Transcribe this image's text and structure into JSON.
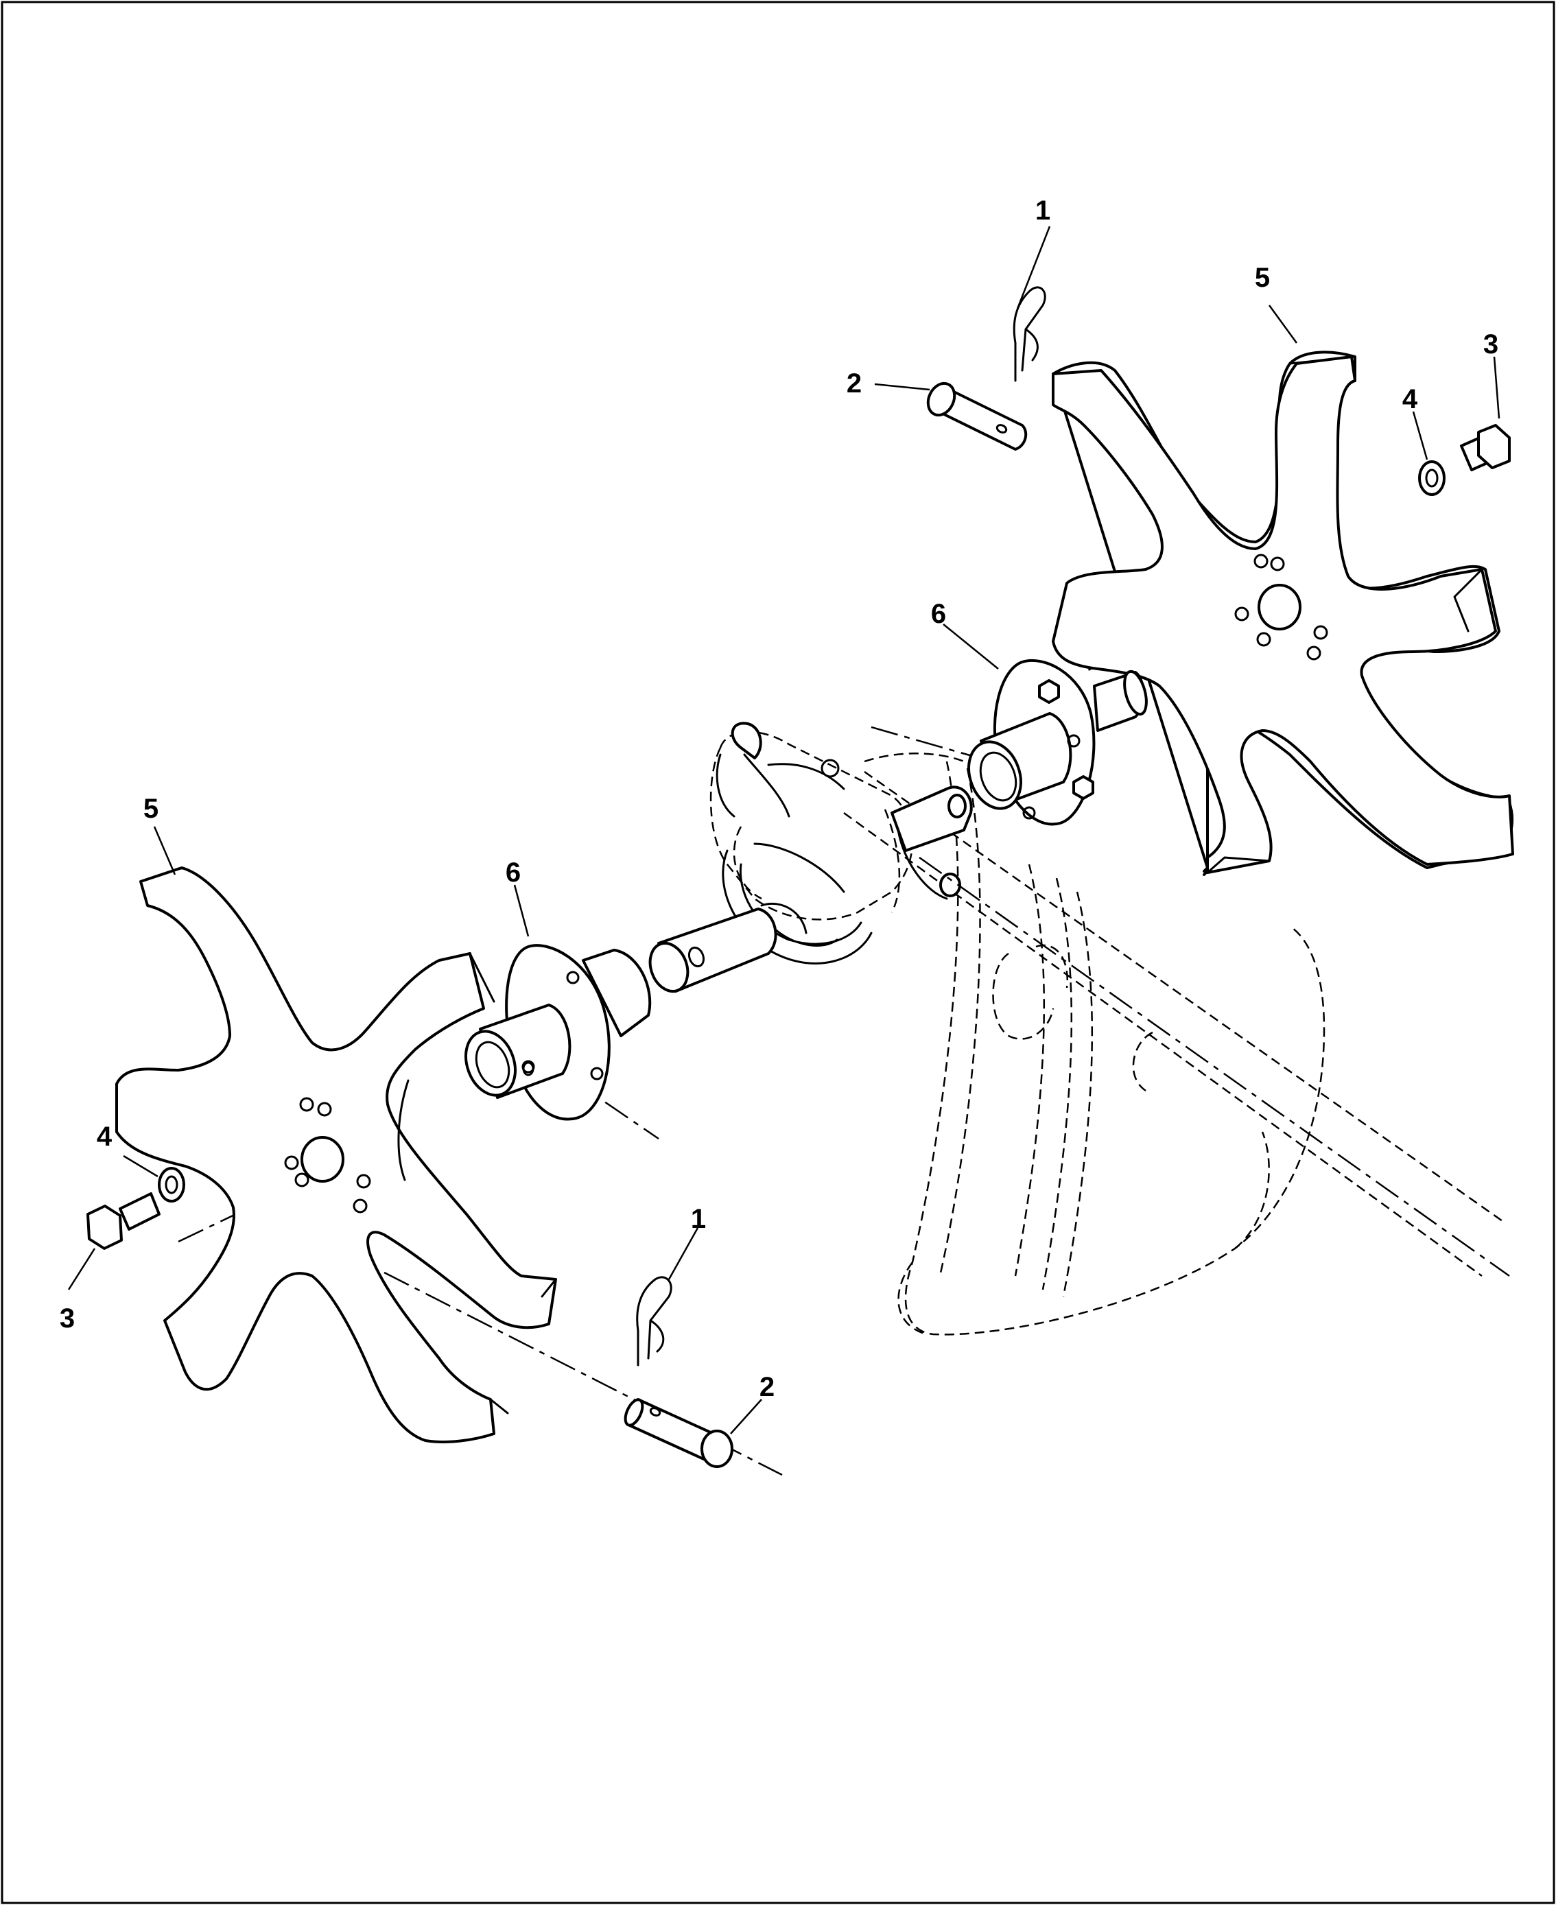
{
  "diagram": {
    "callouts": {
      "c1_top": "1",
      "c2_top": "2",
      "c3_top": "3",
      "c4_top": "4",
      "c5_top": "5",
      "c6_top": "6",
      "c5_left": "5",
      "c6_left": "6",
      "c4_left": "4",
      "c3_left": "3",
      "c1_bottom": "1",
      "c2_bottom": "2"
    }
  }
}
